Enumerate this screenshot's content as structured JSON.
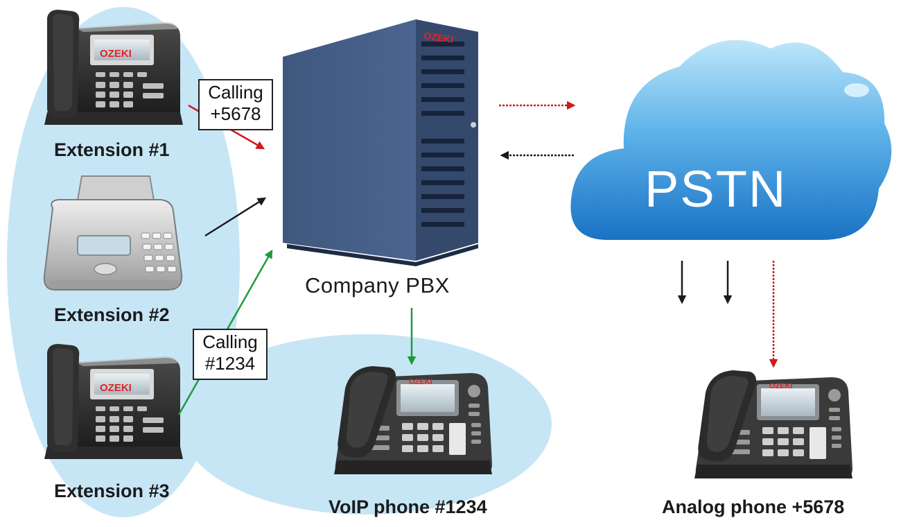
{
  "diagram": {
    "server": {
      "label": "Company PBX",
      "brand": "OZEKI"
    },
    "cloud": {
      "label": "PSTN"
    },
    "extensions": [
      {
        "label": "Extension #1",
        "brand": "OZEKI"
      },
      {
        "label": "Extension #2"
      },
      {
        "label": "Extension #3",
        "brand": "OZEKI"
      }
    ],
    "voip_phone": {
      "label": "VoIP phone #1234",
      "brand": "OZEKI"
    },
    "analog_phone": {
      "label": "Analog phone +5678",
      "brand": "OZEKI"
    },
    "callouts": {
      "ext1": {
        "line1": "Calling",
        "line2": "+5678"
      },
      "ext3": {
        "line1": "Calling",
        "line2": "#1234"
      }
    }
  },
  "colors": {
    "bubble": "#c6e6f6",
    "server": "#3a5277",
    "cloud_top": "#a9dcf6",
    "cloud_bottom": "#1c78c8",
    "arrow_red": "#d11a1a",
    "arrow_green": "#1f9a3a",
    "arrow_black": "#1a1a1a"
  }
}
